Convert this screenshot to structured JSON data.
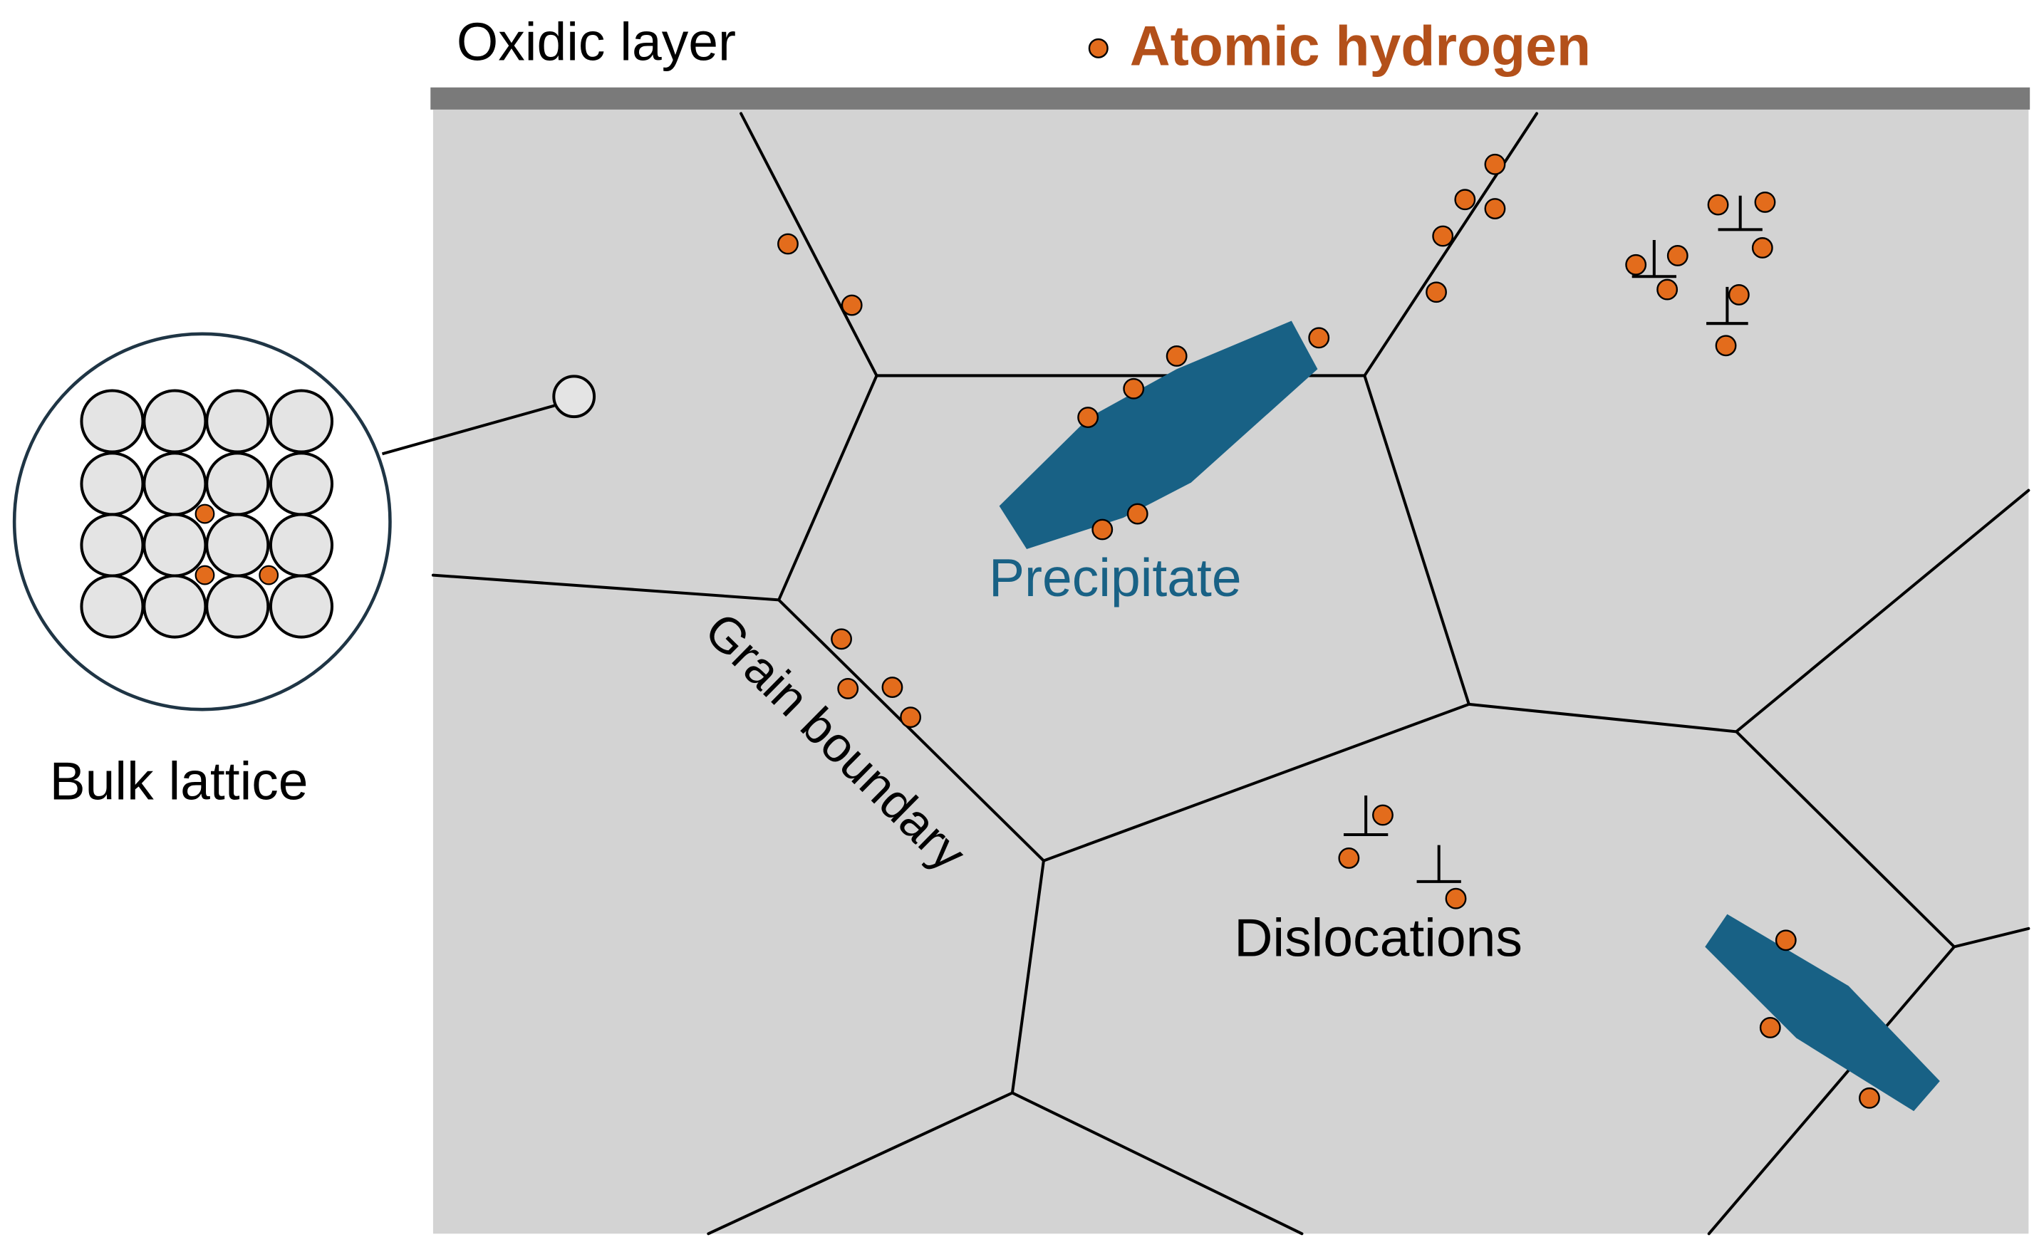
{
  "labels": {
    "oxidic_layer": "Oxidic layer",
    "atomic_hydrogen": "Atomic hydrogen",
    "precipitate": "Precipitate",
    "grain_boundary": "Grain boundary",
    "dislocations": "Dislocations",
    "bulk_lattice": "Bulk lattice"
  },
  "colors": {
    "matrix": "#d3d3d3",
    "oxide": "#7a7a7a",
    "hydrogen_fill": "#e36c1c",
    "hydrogen_text": "#b3501a",
    "precipitate": "#186185",
    "lattice_atom": "#e4e4e4",
    "line": "#000000",
    "inset_border": "#1f3545"
  }
}
